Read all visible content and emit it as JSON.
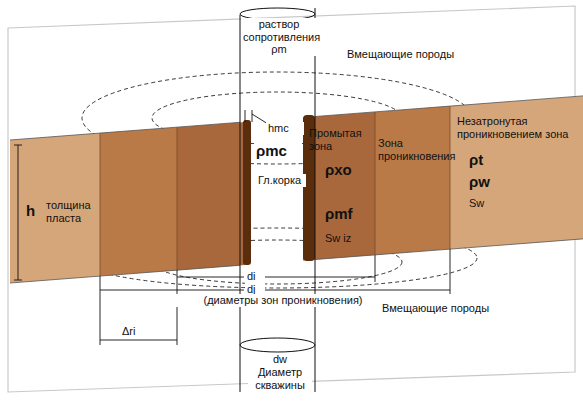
{
  "diagram": {
    "nodes": [
      {
        "text": [
          "Промытая зона",
          "ρxo",
          "ρmf",
          "Sw iz"
        ]
      },
      {
        "text": [
          "Зона проникновения"
        ]
      },
      {
        "text": [
          "Незатронутая проникновением зона",
          "ρt",
          "ρw",
          "Sw"
        ]
      }
    ],
    "labels": [
      "раствор сопротивления ρm",
      "Вмещающие породы",
      "h",
      "толщина пласта",
      "hmc",
      "ρmc",
      "Гл.корка",
      "di",
      "dj",
      "(диаметры зон проникновения)",
      "Вмещающие породы",
      "Δri",
      "dw",
      "Диаметр скважины"
    ]
  }
}
